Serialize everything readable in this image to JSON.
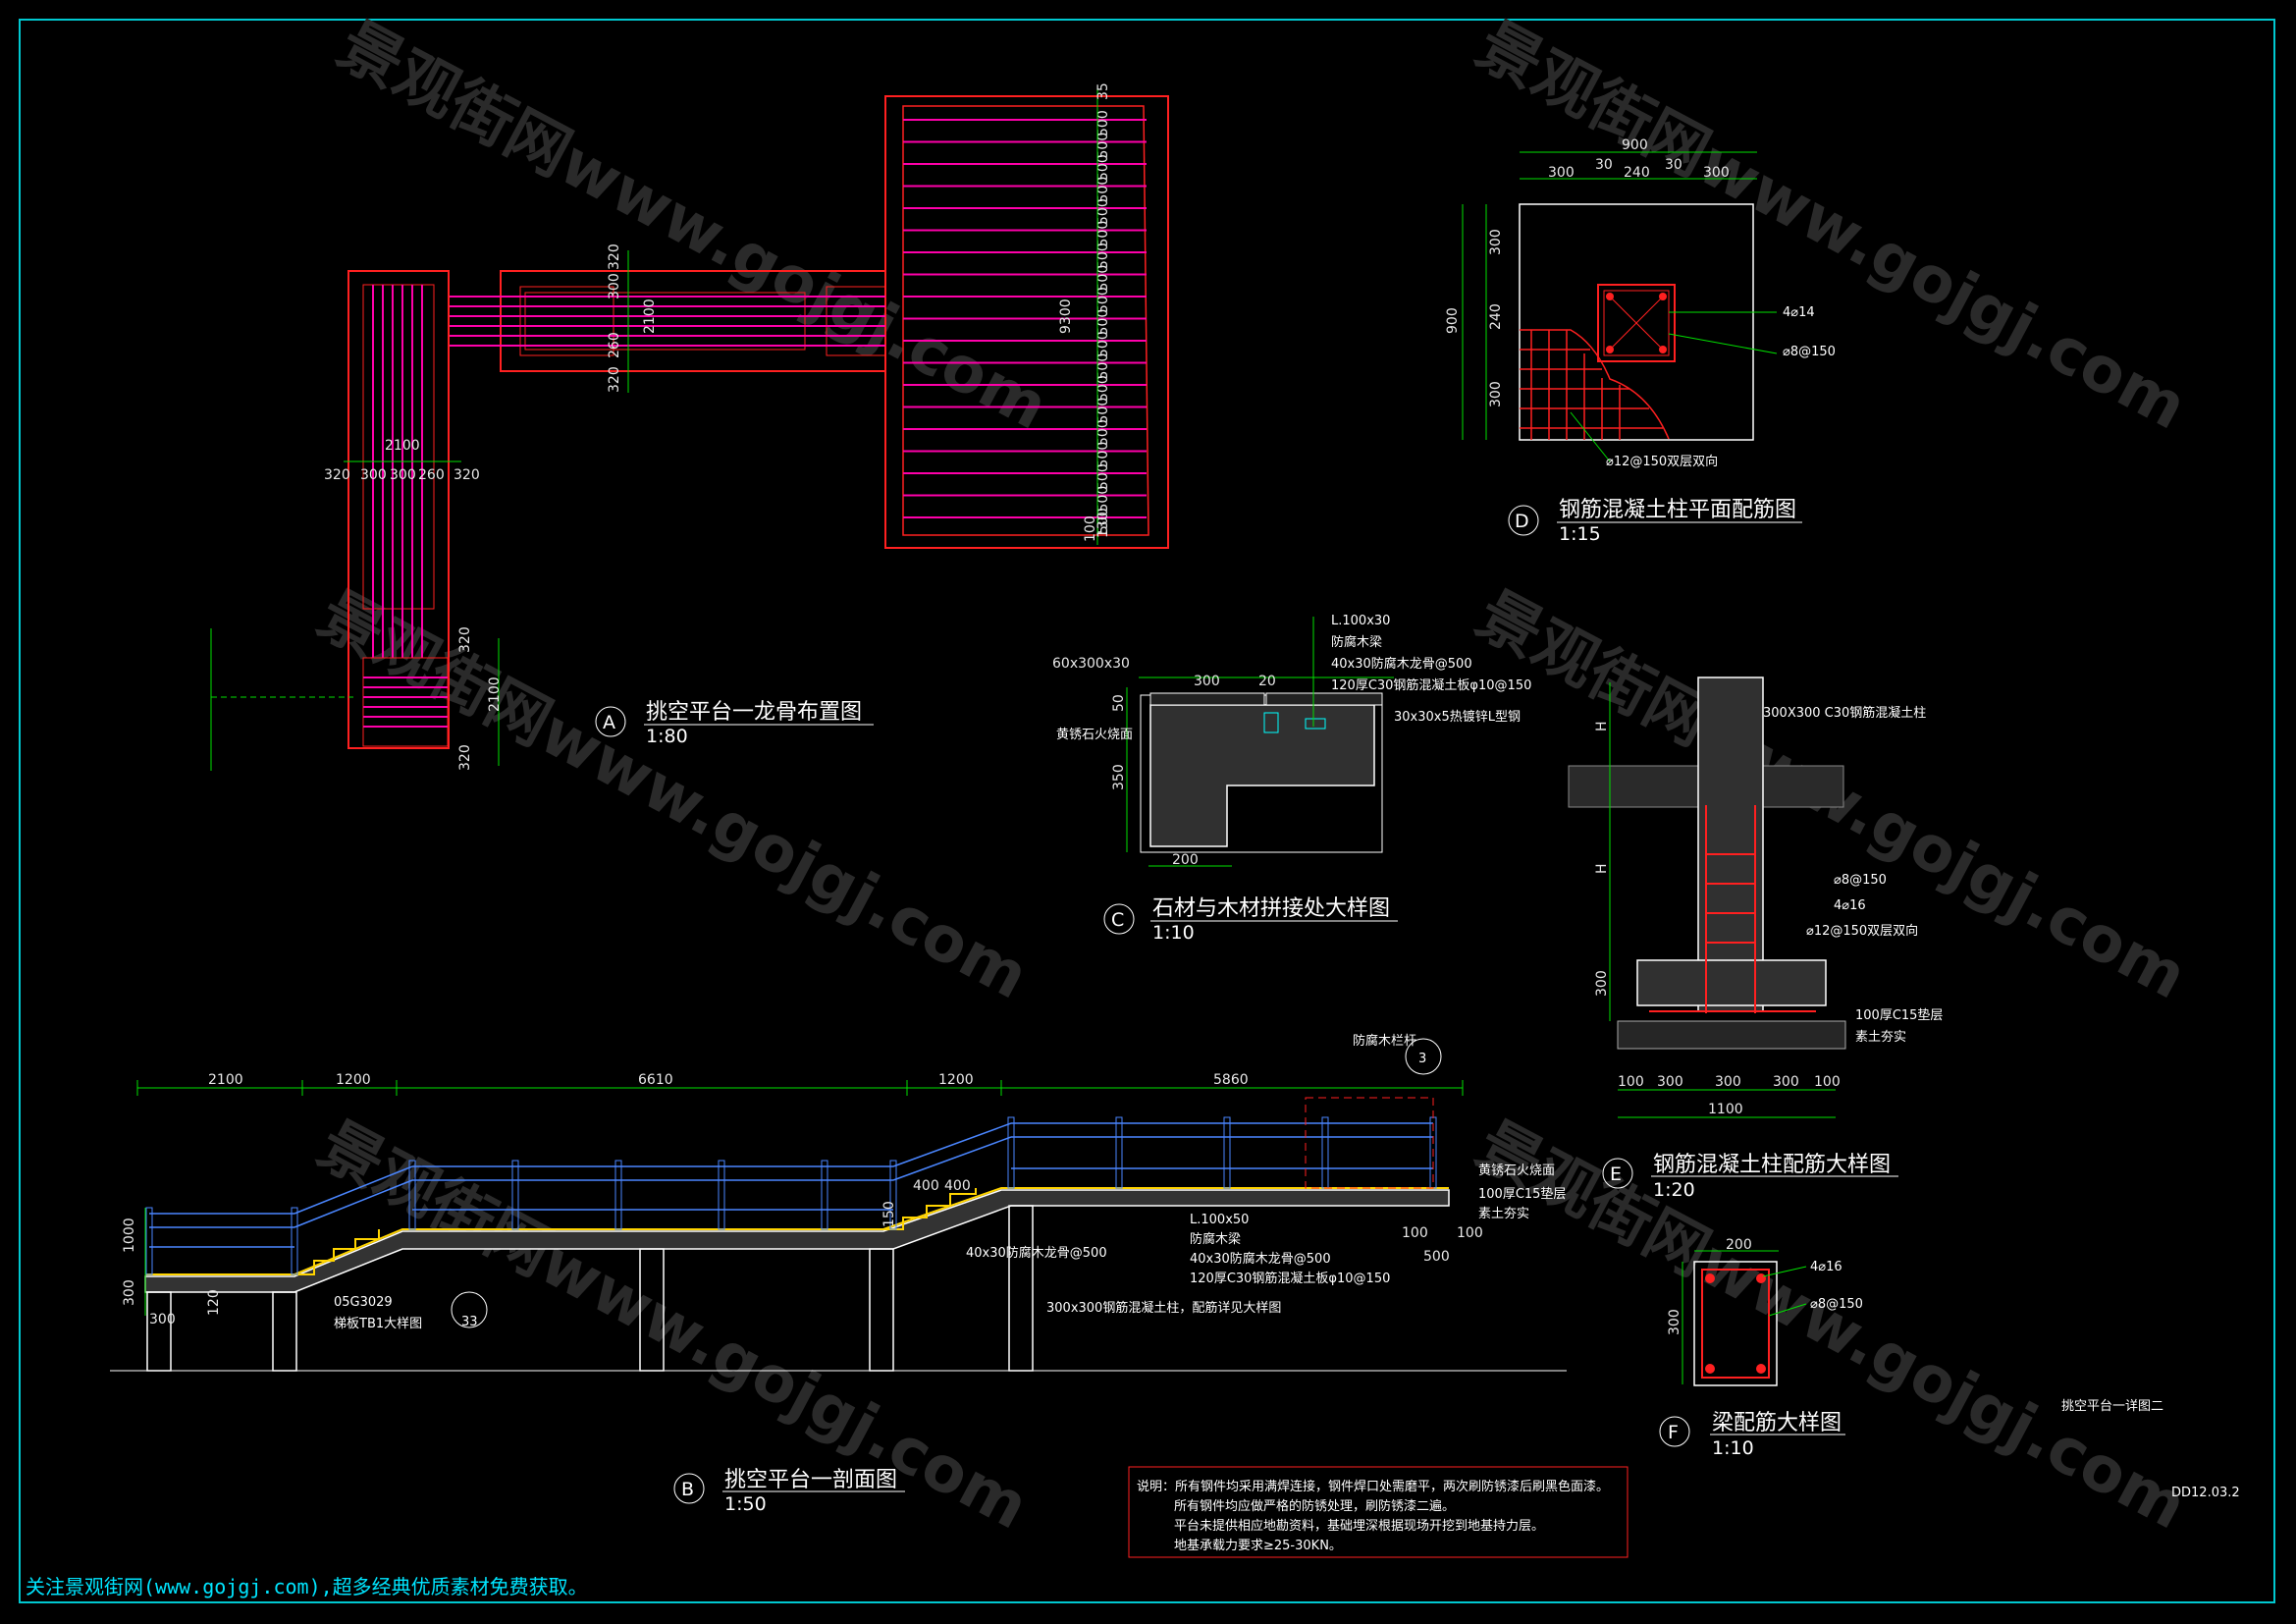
{
  "watermark": "景观街网www.gojgj.com",
  "footer": "关注景观街网(www.gojgj.com),超多经典优质素材免费获取。",
  "drawing_no": "DD12.03.2",
  "sheet_label": "挑空平台一详图二",
  "details": {
    "A": {
      "letter": "A",
      "title": "挑空平台一龙骨布置图",
      "scale": "1:80"
    },
    "B": {
      "letter": "B",
      "title": "挑空平台一剖面图",
      "scale": "1:50"
    },
    "C": {
      "letter": "C",
      "title": "石材与木材拼接处大样图",
      "scale": "1:10"
    },
    "D": {
      "letter": "D",
      "title": "钢筋混凝土柱平面配筋图",
      "scale": "1:15"
    },
    "E": {
      "letter": "E",
      "title": "钢筋混凝土柱配筋大样图",
      "scale": "1:20"
    },
    "F": {
      "letter": "F",
      "title": "梁配筋大样图",
      "scale": "1:10"
    }
  },
  "dims": {
    "a_plank_500": "500",
    "a_plank_500_list": [
      "500",
      "500",
      "500",
      "500",
      "500",
      "500",
      "500",
      "500",
      "500",
      "500",
      "500",
      "500",
      "500",
      "500",
      "500",
      "500",
      "500",
      "500",
      "500"
    ],
    "a_end_top": "35",
    "a_end_bot": "130",
    "a_end_bot2": "100",
    "a_9300": "9300",
    "a_320": "320",
    "a_300": "300",
    "a_260": "260",
    "a_2100": "2100",
    "b_2100": "2100",
    "b_1200": "1200",
    "b_6610": "6610",
    "b_1200b": "1200",
    "b_5860": "5860",
    "b_1000": "1000",
    "b_300": "300",
    "b_120": "120",
    "b_400": "400",
    "b_150": "150",
    "b_100": "100",
    "b_500": "500",
    "b_h": "H",
    "d_900": "900",
    "d_300": "300",
    "d_30": "30",
    "d_240": "240",
    "e_100": "100",
    "e_300": "300",
    "e_1100": "1100",
    "f_200": "200",
    "f_300": "300",
    "c_60": "60x300x30",
    "c_300": "300",
    "c_20": "20",
    "c_50": "50",
    "c_350": "350",
    "c_200": "200"
  },
  "labels": {
    "c_l100": "L.100x30",
    "c_wood": "防腐木梁",
    "c_4030": "40x30防腐木龙骨@500",
    "c_120": "120厚C30钢筋混凝土板φ10@150",
    "c_steel": "30x30x5热镀锌L型钢",
    "c_stone": "黄锈石火烧面",
    "d_4d14": "4⌀14",
    "d_8_150": "⌀8@150",
    "d_12_150": "⌀12@150双层双向",
    "e_col": "300X300 C30钢筋混凝土柱",
    "e_8_150": "⌀8@150",
    "e_4d16": "4⌀16",
    "e_12_150": "⌀12@150双层双向",
    "e_c15": "100厚C15垫层",
    "e_soil": "素土夯实",
    "f_4d16": "4⌀16",
    "f_8_150": "⌀8@150",
    "b_ref": "05G3029",
    "b_tb": "梯板TB1大样图",
    "b_l100": "L.100x50",
    "b_wood": "防腐木梁",
    "b_4030": "40x30防腐木龙骨@500",
    "b_120": "120厚C30钢筋混凝土板φ10@150",
    "b_4030b": "40x30防腐木龙骨@500",
    "b_col": "300x300钢筋混凝土柱，配筋详见大样图",
    "b_c15": "100厚C15垫层",
    "b_soil": "素土夯实",
    "b_top": "防腐木栏杆",
    "b_stone": "黄锈石火烧面",
    "b_callout": "3",
    "b_callout_b": "33"
  },
  "notes": [
    "说明：所有钢件均采用满焊连接，钢件焊口处需磨平，两次刷防锈漆后刷黑色面漆。",
    "所有钢件均应做严格的防锈处理，刷防锈漆二遍。",
    "平台未提供相应地勘资料，基础埋深根据现场开挖到地基持力层。",
    "地基承载力要求≥25-30KN。"
  ]
}
